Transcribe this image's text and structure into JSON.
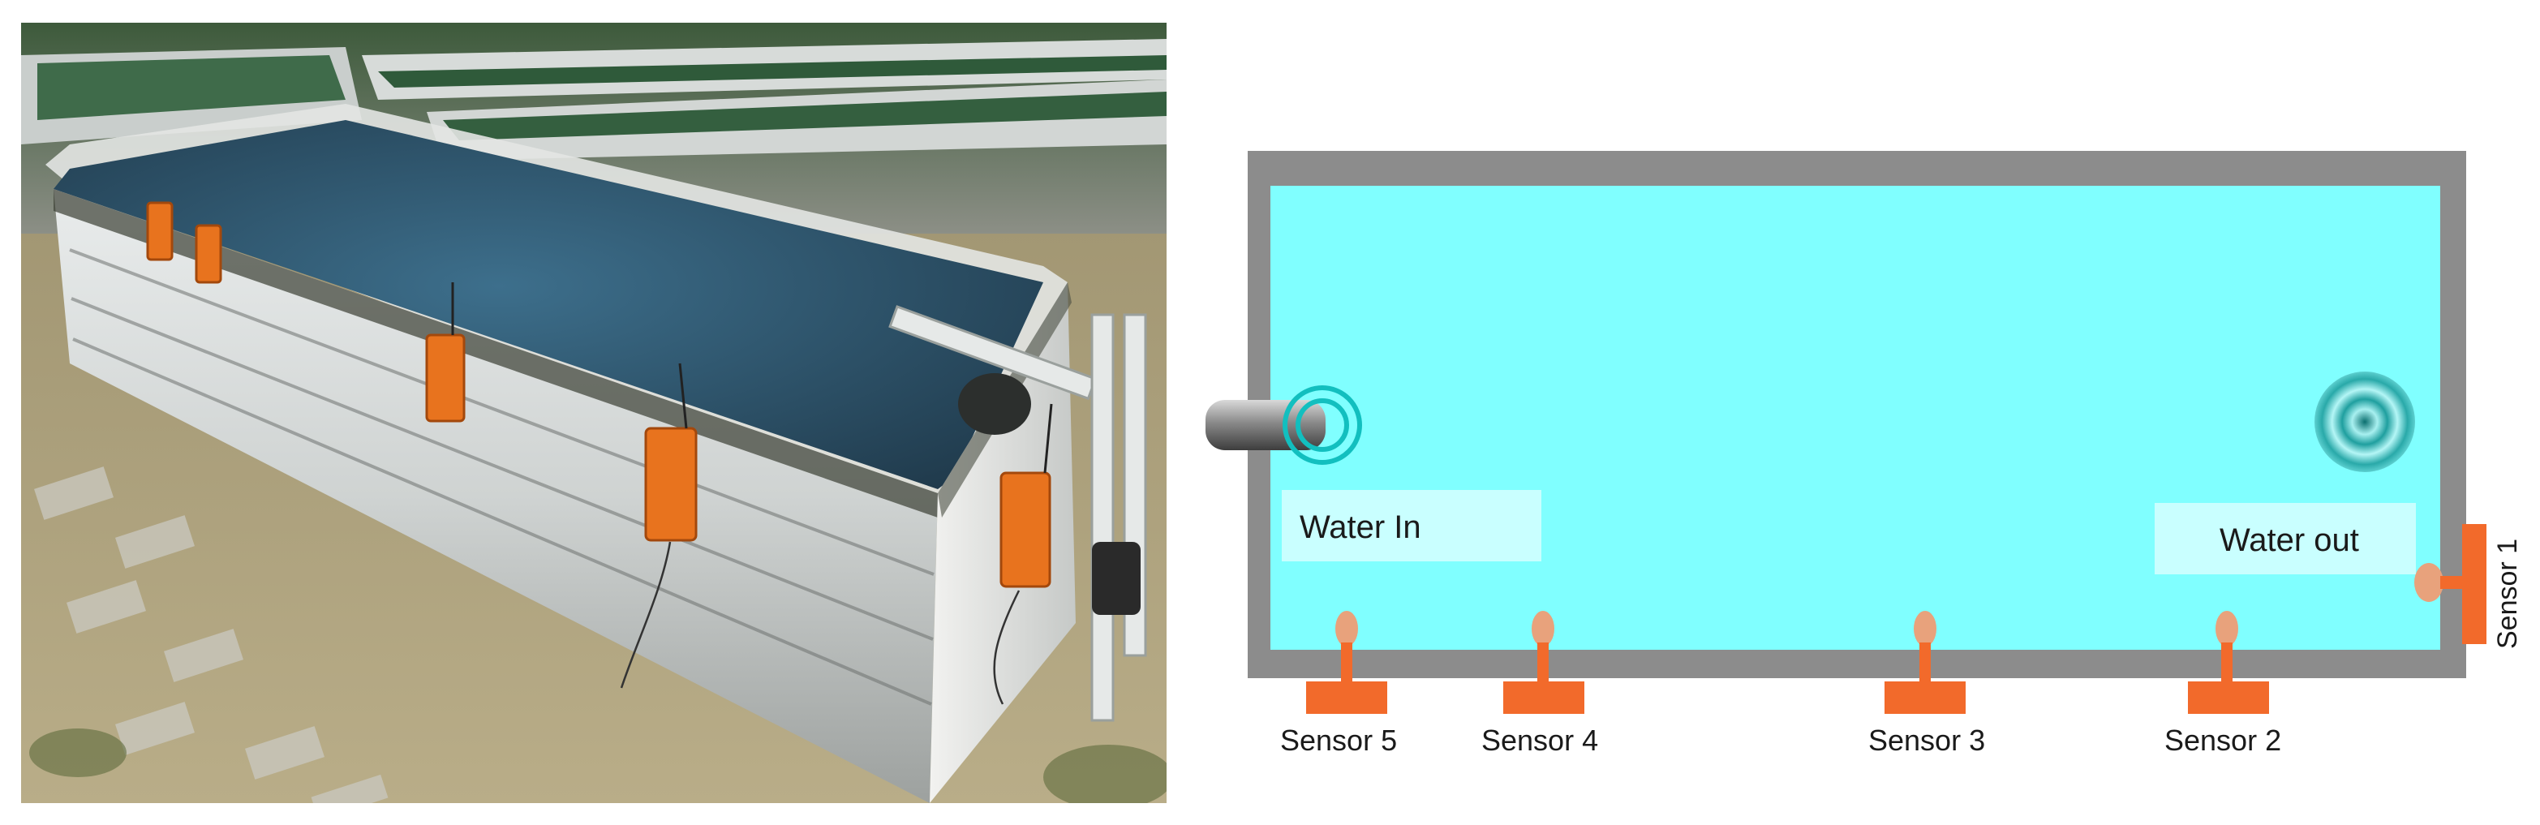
{
  "schematic": {
    "water_in_label": "Water In",
    "water_out_label": "Water out",
    "sensors": [
      {
        "id": "sensor-1",
        "label": "Sensor 1"
      },
      {
        "id": "sensor-2",
        "label": "Sensor 2"
      },
      {
        "id": "sensor-3",
        "label": "Sensor 3"
      },
      {
        "id": "sensor-4",
        "label": "Sensor 4"
      },
      {
        "id": "sensor-5",
        "label": "Sensor 5"
      }
    ],
    "colors": {
      "water": "#80FFFF",
      "tank_wall": "#8C8C8C",
      "sensor": "#F26A2B",
      "sensor_probe": "#E8A27C",
      "label_box": "#C9FFFF"
    }
  }
}
